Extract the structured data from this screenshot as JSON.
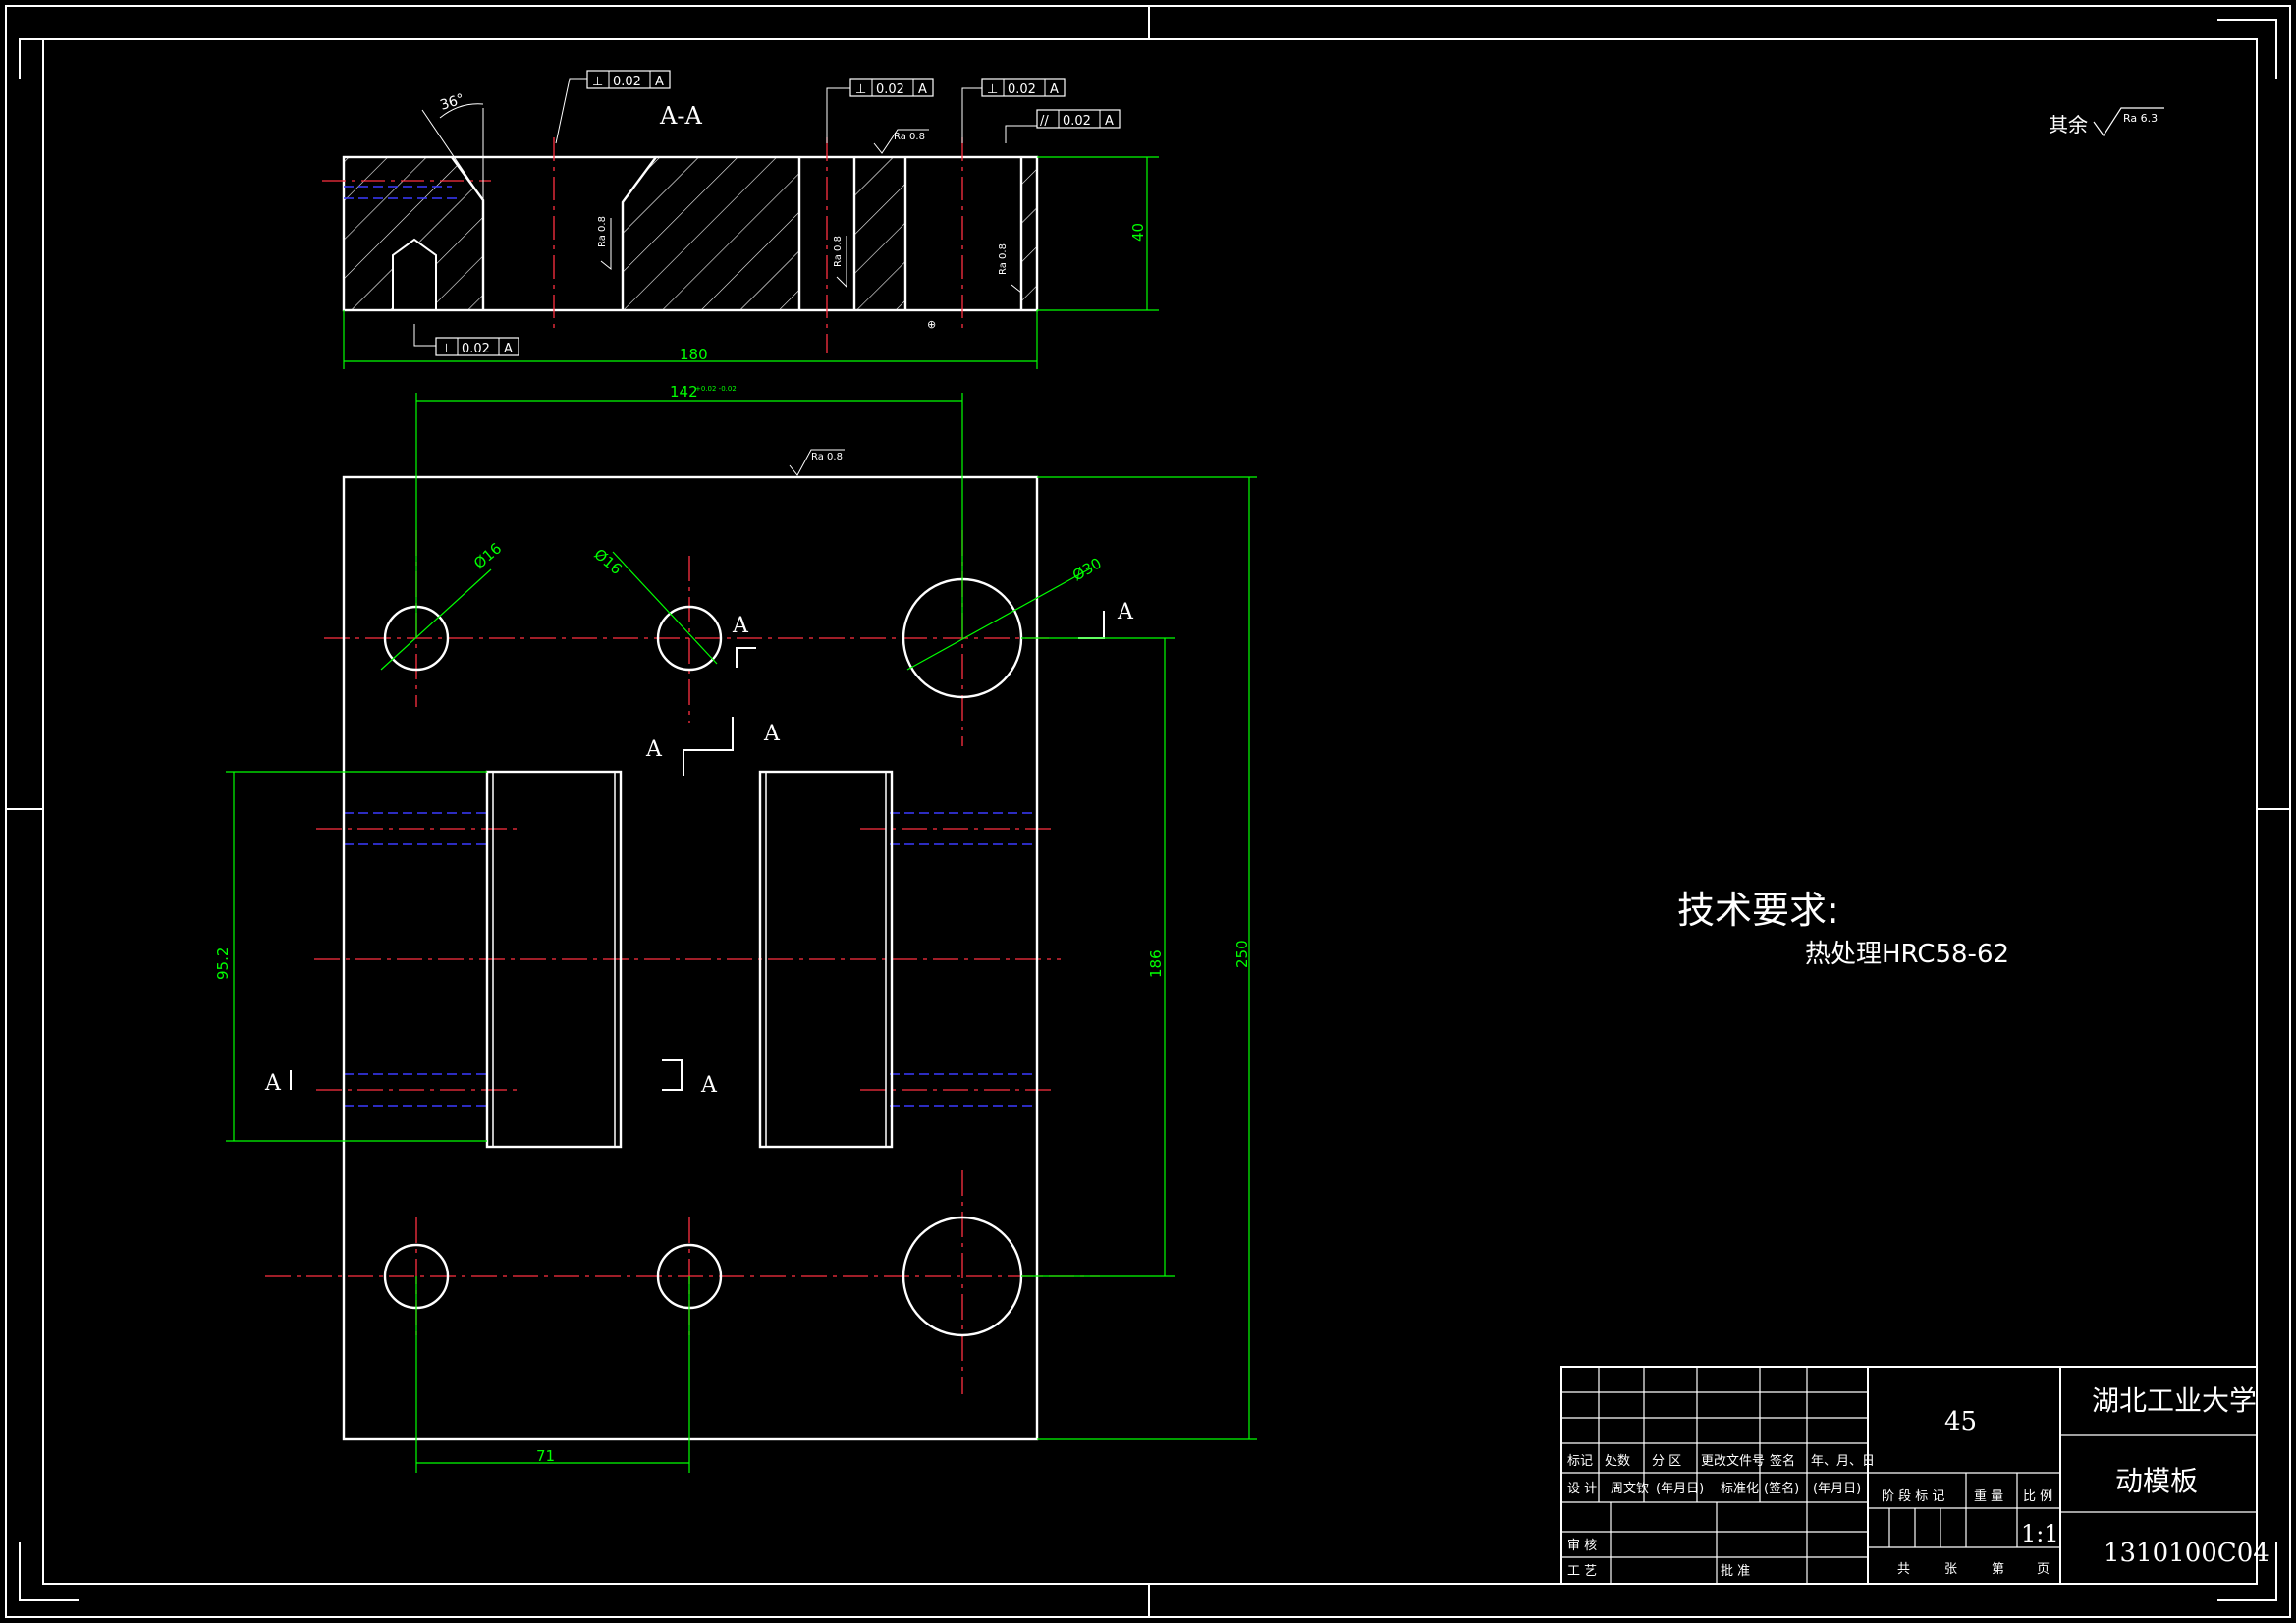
{
  "colors": {
    "background": "#000000",
    "outline": "#ffffff",
    "dimension": "#00ff00",
    "centerline": "#ff3040",
    "hidden": "#3a3aff",
    "tolerance_frame": "#ffffff"
  },
  "section_view": {
    "label": "A-A",
    "angle": "36°",
    "length": "180",
    "height": "40",
    "tolerances": [
      {
        "symbol": "⊥",
        "value": "0.02",
        "datum": "A"
      },
      {
        "symbol": "⊥",
        "value": "0.02",
        "datum": "A"
      },
      {
        "symbol": "⊥",
        "value": "0.02",
        "datum": "A"
      },
      {
        "symbol": "//",
        "value": "0.02",
        "datum": "A"
      },
      {
        "symbol": "⊥",
        "value": "0.02",
        "datum": "A"
      }
    ],
    "roughness": [
      "Ra 0.8",
      "Ra 0.8",
      "Ra 0.8",
      "Ra 0.8"
    ]
  },
  "plan_view": {
    "width_dim": "142",
    "width_tol": "+0.02\n-0.02",
    "height_dim": "250",
    "hole_spacing_dim": "186",
    "rect_span_dim": "95.2",
    "offset_dim": "71",
    "hole_small_a": "Ø16",
    "hole_small_b": "Ø16",
    "hole_large": "Ø30",
    "top_roughness": "Ra 0.8",
    "section_marks": [
      "A",
      "A",
      "A",
      "A",
      "A",
      "A"
    ]
  },
  "general_roughness": {
    "prefix": "其余",
    "value": "Ra 6.3"
  },
  "technical_requirements": {
    "heading": "技术要求:",
    "items": [
      "热处理HRC58-62"
    ]
  },
  "title_block": {
    "material": "45",
    "university": "湖北工业大学",
    "part_name": "动模板",
    "drawing_no": "1310100C04",
    "scale": "1:1",
    "row_labels": [
      "标记",
      "处数",
      "分 区",
      "更改文件号",
      "签名",
      "年、月、日"
    ],
    "design_row": [
      "设 计",
      "周文钦",
      "(年月日)",
      "标准化",
      "(签名)",
      "(年月日)"
    ],
    "review": "审 核",
    "process": "工 艺",
    "approve": "批 准",
    "stage_headers": [
      "阶 段 标 记",
      "重 量",
      "比 例"
    ],
    "sheet_row": [
      "共",
      "张",
      "第",
      "页"
    ]
  }
}
